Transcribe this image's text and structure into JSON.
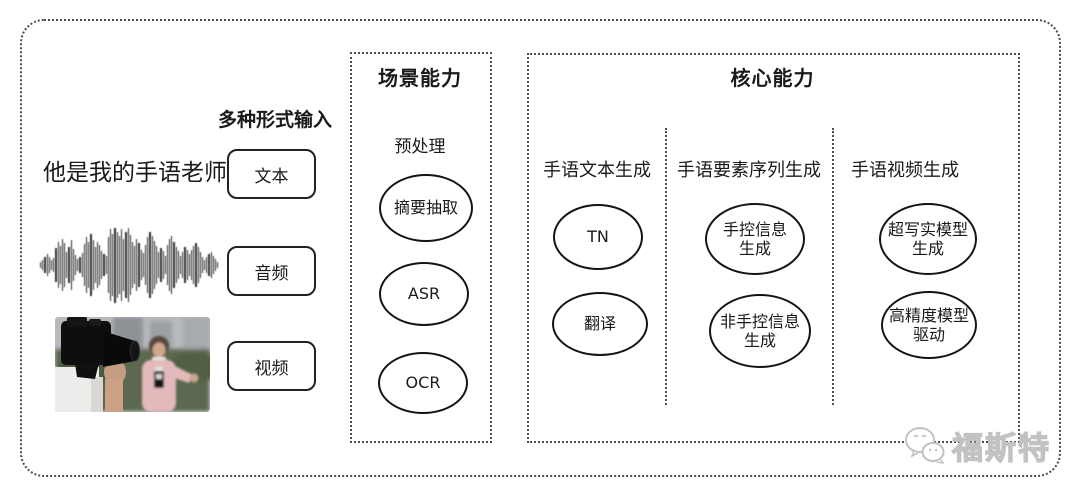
{
  "inputs": {
    "header": "多种形式输入",
    "sample_text": "他是我的手语老师",
    "types": [
      {
        "label": "文本"
      },
      {
        "label": "音频"
      },
      {
        "label": "视频"
      }
    ],
    "waveform_heights": [
      6,
      10,
      16,
      22,
      16,
      10,
      14,
      34,
      46,
      38,
      52,
      44,
      26,
      36,
      50,
      32,
      20,
      12,
      16,
      24,
      42,
      56,
      46,
      62,
      50,
      36,
      46,
      40,
      28,
      22,
      18,
      56,
      72,
      62,
      75,
      66,
      58,
      72,
      52,
      66,
      74,
      60,
      46,
      38,
      52,
      44,
      30,
      24,
      40,
      56,
      66,
      58,
      48,
      38,
      26,
      34,
      28,
      18,
      40,
      52,
      58,
      46,
      36,
      28,
      18,
      26,
      36,
      30,
      22,
      30,
      38,
      44,
      36,
      26,
      16,
      10,
      16,
      22,
      26,
      18,
      12,
      6
    ]
  },
  "scene_box": {
    "title": "场景能力",
    "subtitle": "预处理",
    "nodes": [
      {
        "label": "摘要抽取"
      },
      {
        "label": "ASR"
      },
      {
        "label": "OCR"
      }
    ]
  },
  "core_box": {
    "title": "核心能力",
    "columns": [
      {
        "header": "手语文本生成",
        "nodes": [
          {
            "label": "TN"
          },
          {
            "label": "翻译"
          }
        ]
      },
      {
        "header": "手语要素序列生成",
        "nodes": [
          {
            "label": "手控信息\n生成"
          },
          {
            "label": "非手控信息\n生成"
          }
        ]
      },
      {
        "header": "手语视频生成",
        "nodes": [
          {
            "label": "超写实模型\n生成"
          },
          {
            "label": "高精度模型\n驱动"
          }
        ]
      }
    ]
  },
  "watermark": {
    "text": "福斯特",
    "icon": "wechat-icon"
  },
  "colors": {
    "ink": "#1a1a1a",
    "dotted_border": "#4d4d4d",
    "watermark_gray": "#c2c2c2"
  }
}
